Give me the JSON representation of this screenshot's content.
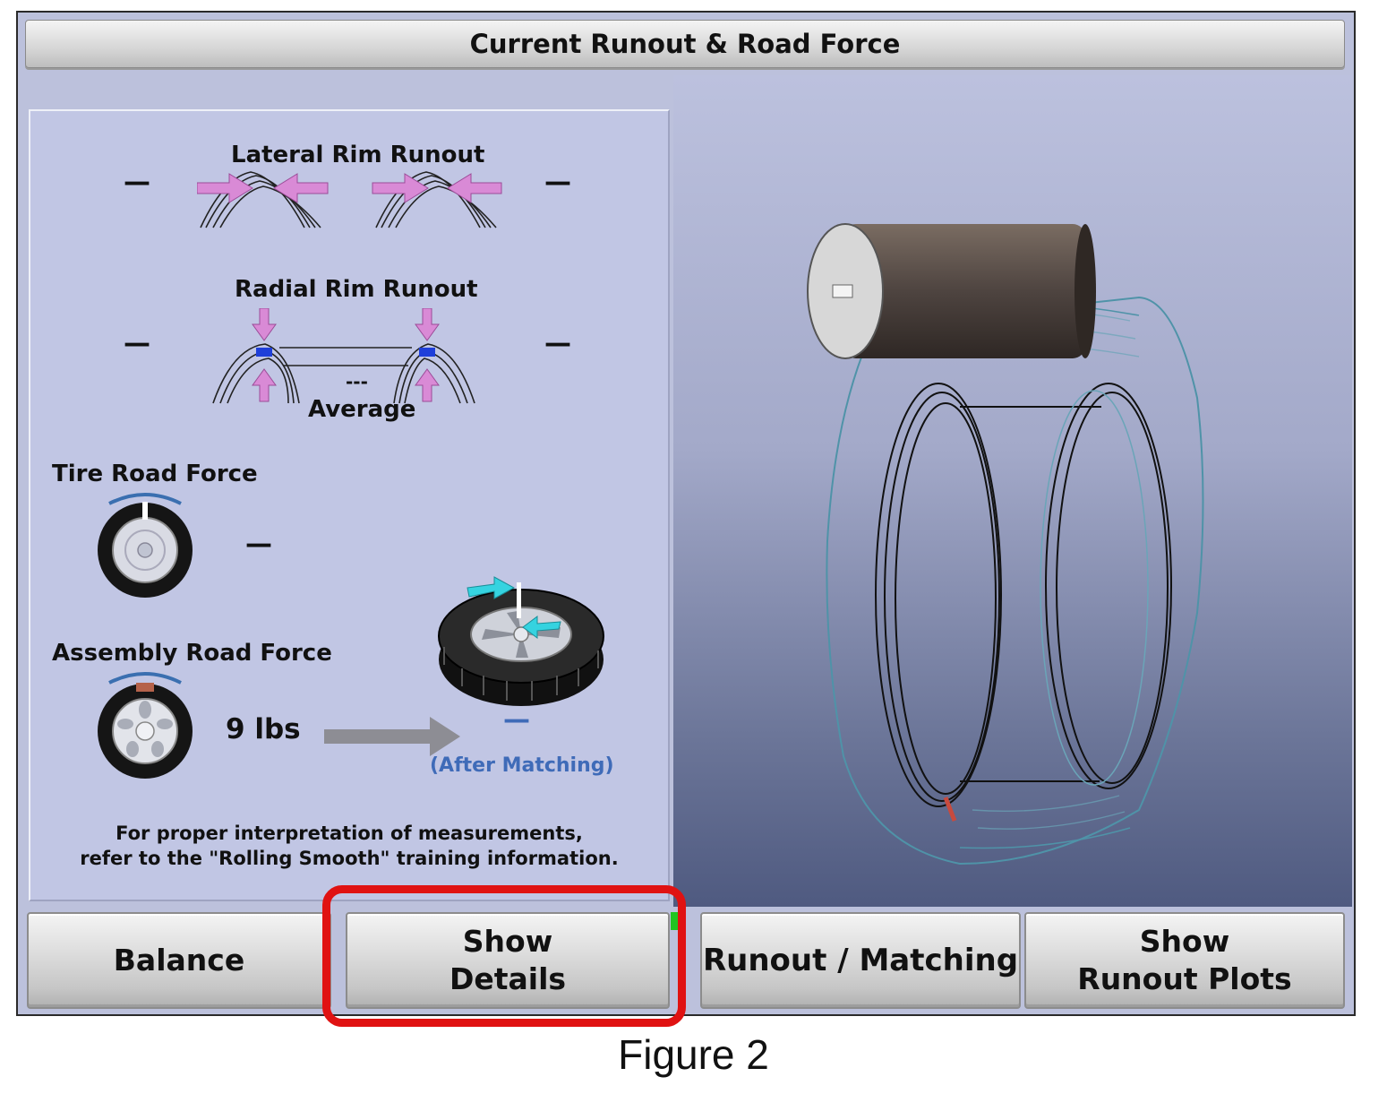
{
  "window": {
    "title": "Current Runout & Road Force"
  },
  "details": {
    "lateral_rim_runout": {
      "label": "Lateral Rim Runout",
      "left_value": "—",
      "right_value": "—"
    },
    "radial_rim_runout": {
      "label": "Radial Rim Runout",
      "left_value": "—",
      "right_value": "—",
      "average_value": "---",
      "average_label": "Average"
    },
    "tire_road_force": {
      "label": "Tire Road Force",
      "value": "—"
    },
    "assembly_road_force": {
      "label": "Assembly Road Force",
      "value": "9 lbs",
      "after_value": "—",
      "after_label": "(After Matching)"
    },
    "note_line1": "For proper interpretation of measurements,",
    "note_line2": "refer to the \"Rolling Smooth\" training information."
  },
  "buttons": {
    "balance": "Balance",
    "show_details_1": "Show",
    "show_details_2": "Details",
    "runout_matching": "Runout / Matching",
    "show_runout_plots_1": "Show",
    "show_runout_plots_2": "Runout Plots"
  },
  "figure_caption": "Figure 2",
  "colors": {
    "highlight": "#e01212",
    "panel": "#c1c6e4",
    "arrow_pink": "#d98ad6",
    "marker_blue": "#1f3fd9",
    "arrow_cyan": "#35d3e0"
  },
  "icons": [
    "lateral-runout-icon",
    "radial-runout-icon",
    "tire-icon",
    "assembly-icon",
    "tire-rotate-icon",
    "road-force-drum-icon"
  ]
}
